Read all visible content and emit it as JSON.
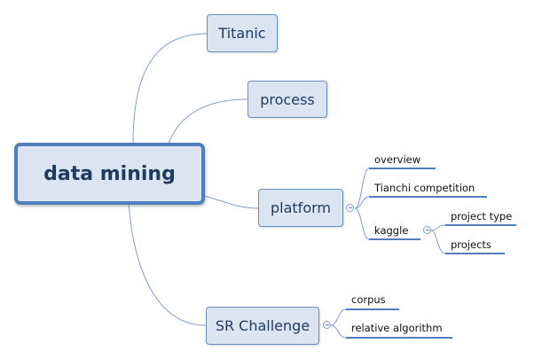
{
  "root": {
    "label": "data mining"
  },
  "topics": {
    "titanic": {
      "label": "Titanic"
    },
    "process": {
      "label": "process"
    },
    "platform": {
      "label": "platform",
      "children": {
        "overview": "overview",
        "tianchi": "Tianchi competition",
        "kaggle": {
          "label": "kaggle",
          "children": {
            "project_type": "project type",
            "projects": "projects"
          }
        }
      }
    },
    "sr": {
      "label": "SR Challenge",
      "children": {
        "corpus": "corpus",
        "relative": "relative algorithm"
      }
    }
  },
  "colors": {
    "node_fill": "#dbe5f1",
    "node_border": "#4f7fbf",
    "connector": "#7f9ec6",
    "text": "#1f3a5f"
  },
  "icons": {
    "collapse": "collapse-minus-icon"
  }
}
